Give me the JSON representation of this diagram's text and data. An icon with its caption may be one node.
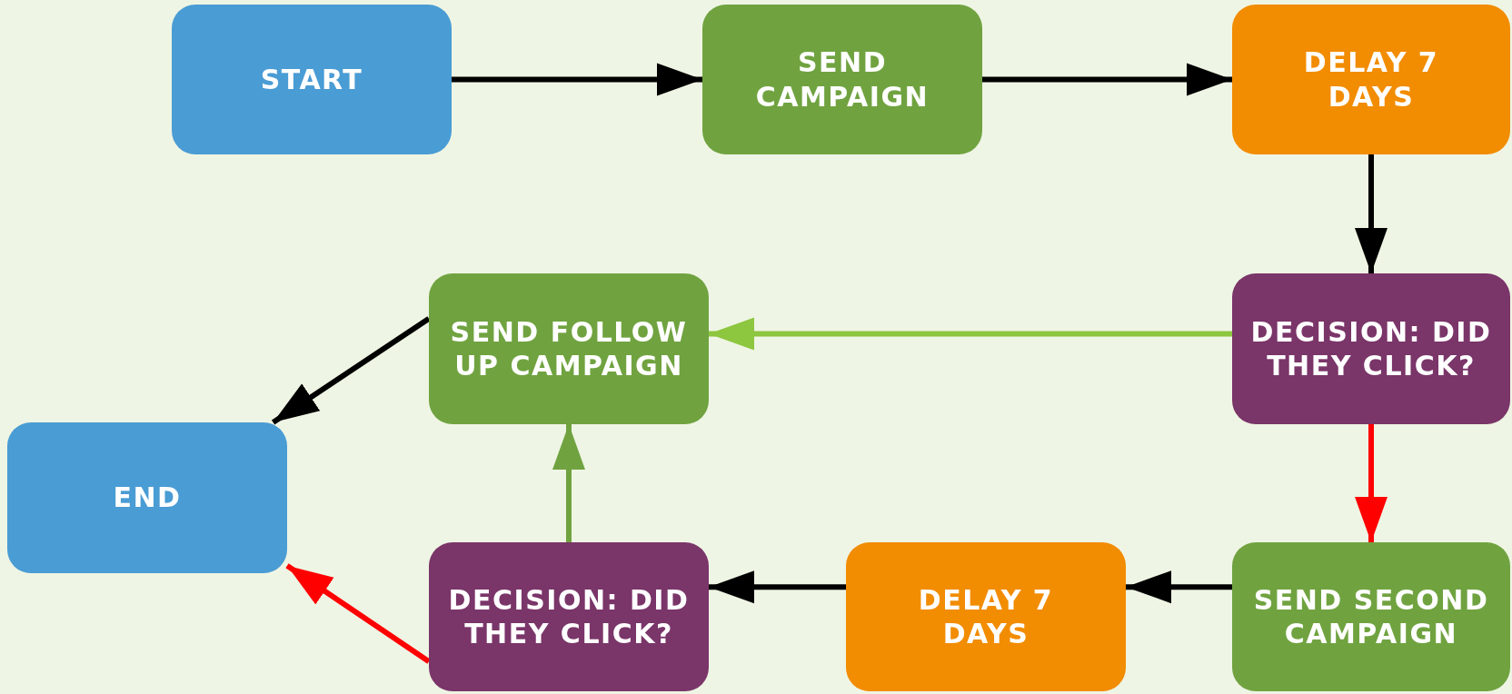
{
  "diagram": {
    "nodes": [
      {
        "text": [
          "START"
        ]
      },
      {
        "text": [
          "SEND CAMPAIGN"
        ]
      },
      {
        "text": [
          "DELAY 7 DAYS"
        ]
      },
      {
        "text": [
          "DECISION: DID THEY CLICK?"
        ]
      },
      {
        "text": [
          "SEND FOLLOW UP CAMPAIGN"
        ]
      },
      {
        "text": [
          "END"
        ]
      },
      {
        "text": [
          "DECISION: DID THEY CLICK?"
        ]
      },
      {
        "text": [
          "DELAY 7 DAYS"
        ]
      },
      {
        "text": [
          "SEND SECOND CAMPAIGN"
        ]
      }
    ],
    "edges": [
      {
        "from": 0,
        "to": 1,
        "arrow": "to"
      },
      {
        "from": 1,
        "to": 2,
        "arrow": "to"
      },
      {
        "from": 2,
        "to": 3,
        "arrow": "to"
      },
      {
        "from": 3,
        "to": 4,
        "arrow": "to",
        "color": "#8dc63f"
      },
      {
        "from": 3,
        "to": 8,
        "arrow": "to",
        "color": "#ff0000"
      },
      {
        "from": 8,
        "to": 7,
        "arrow": "to"
      },
      {
        "from": 7,
        "to": 6,
        "arrow": "to"
      },
      {
        "from": 6,
        "to": 4,
        "arrow": "to",
        "color": "#70a340"
      },
      {
        "from": 6,
        "to": 5,
        "arrow": "to",
        "color": "#ff0000"
      },
      {
        "from": 4,
        "to": 5,
        "arrow": "to"
      }
    ]
  }
}
